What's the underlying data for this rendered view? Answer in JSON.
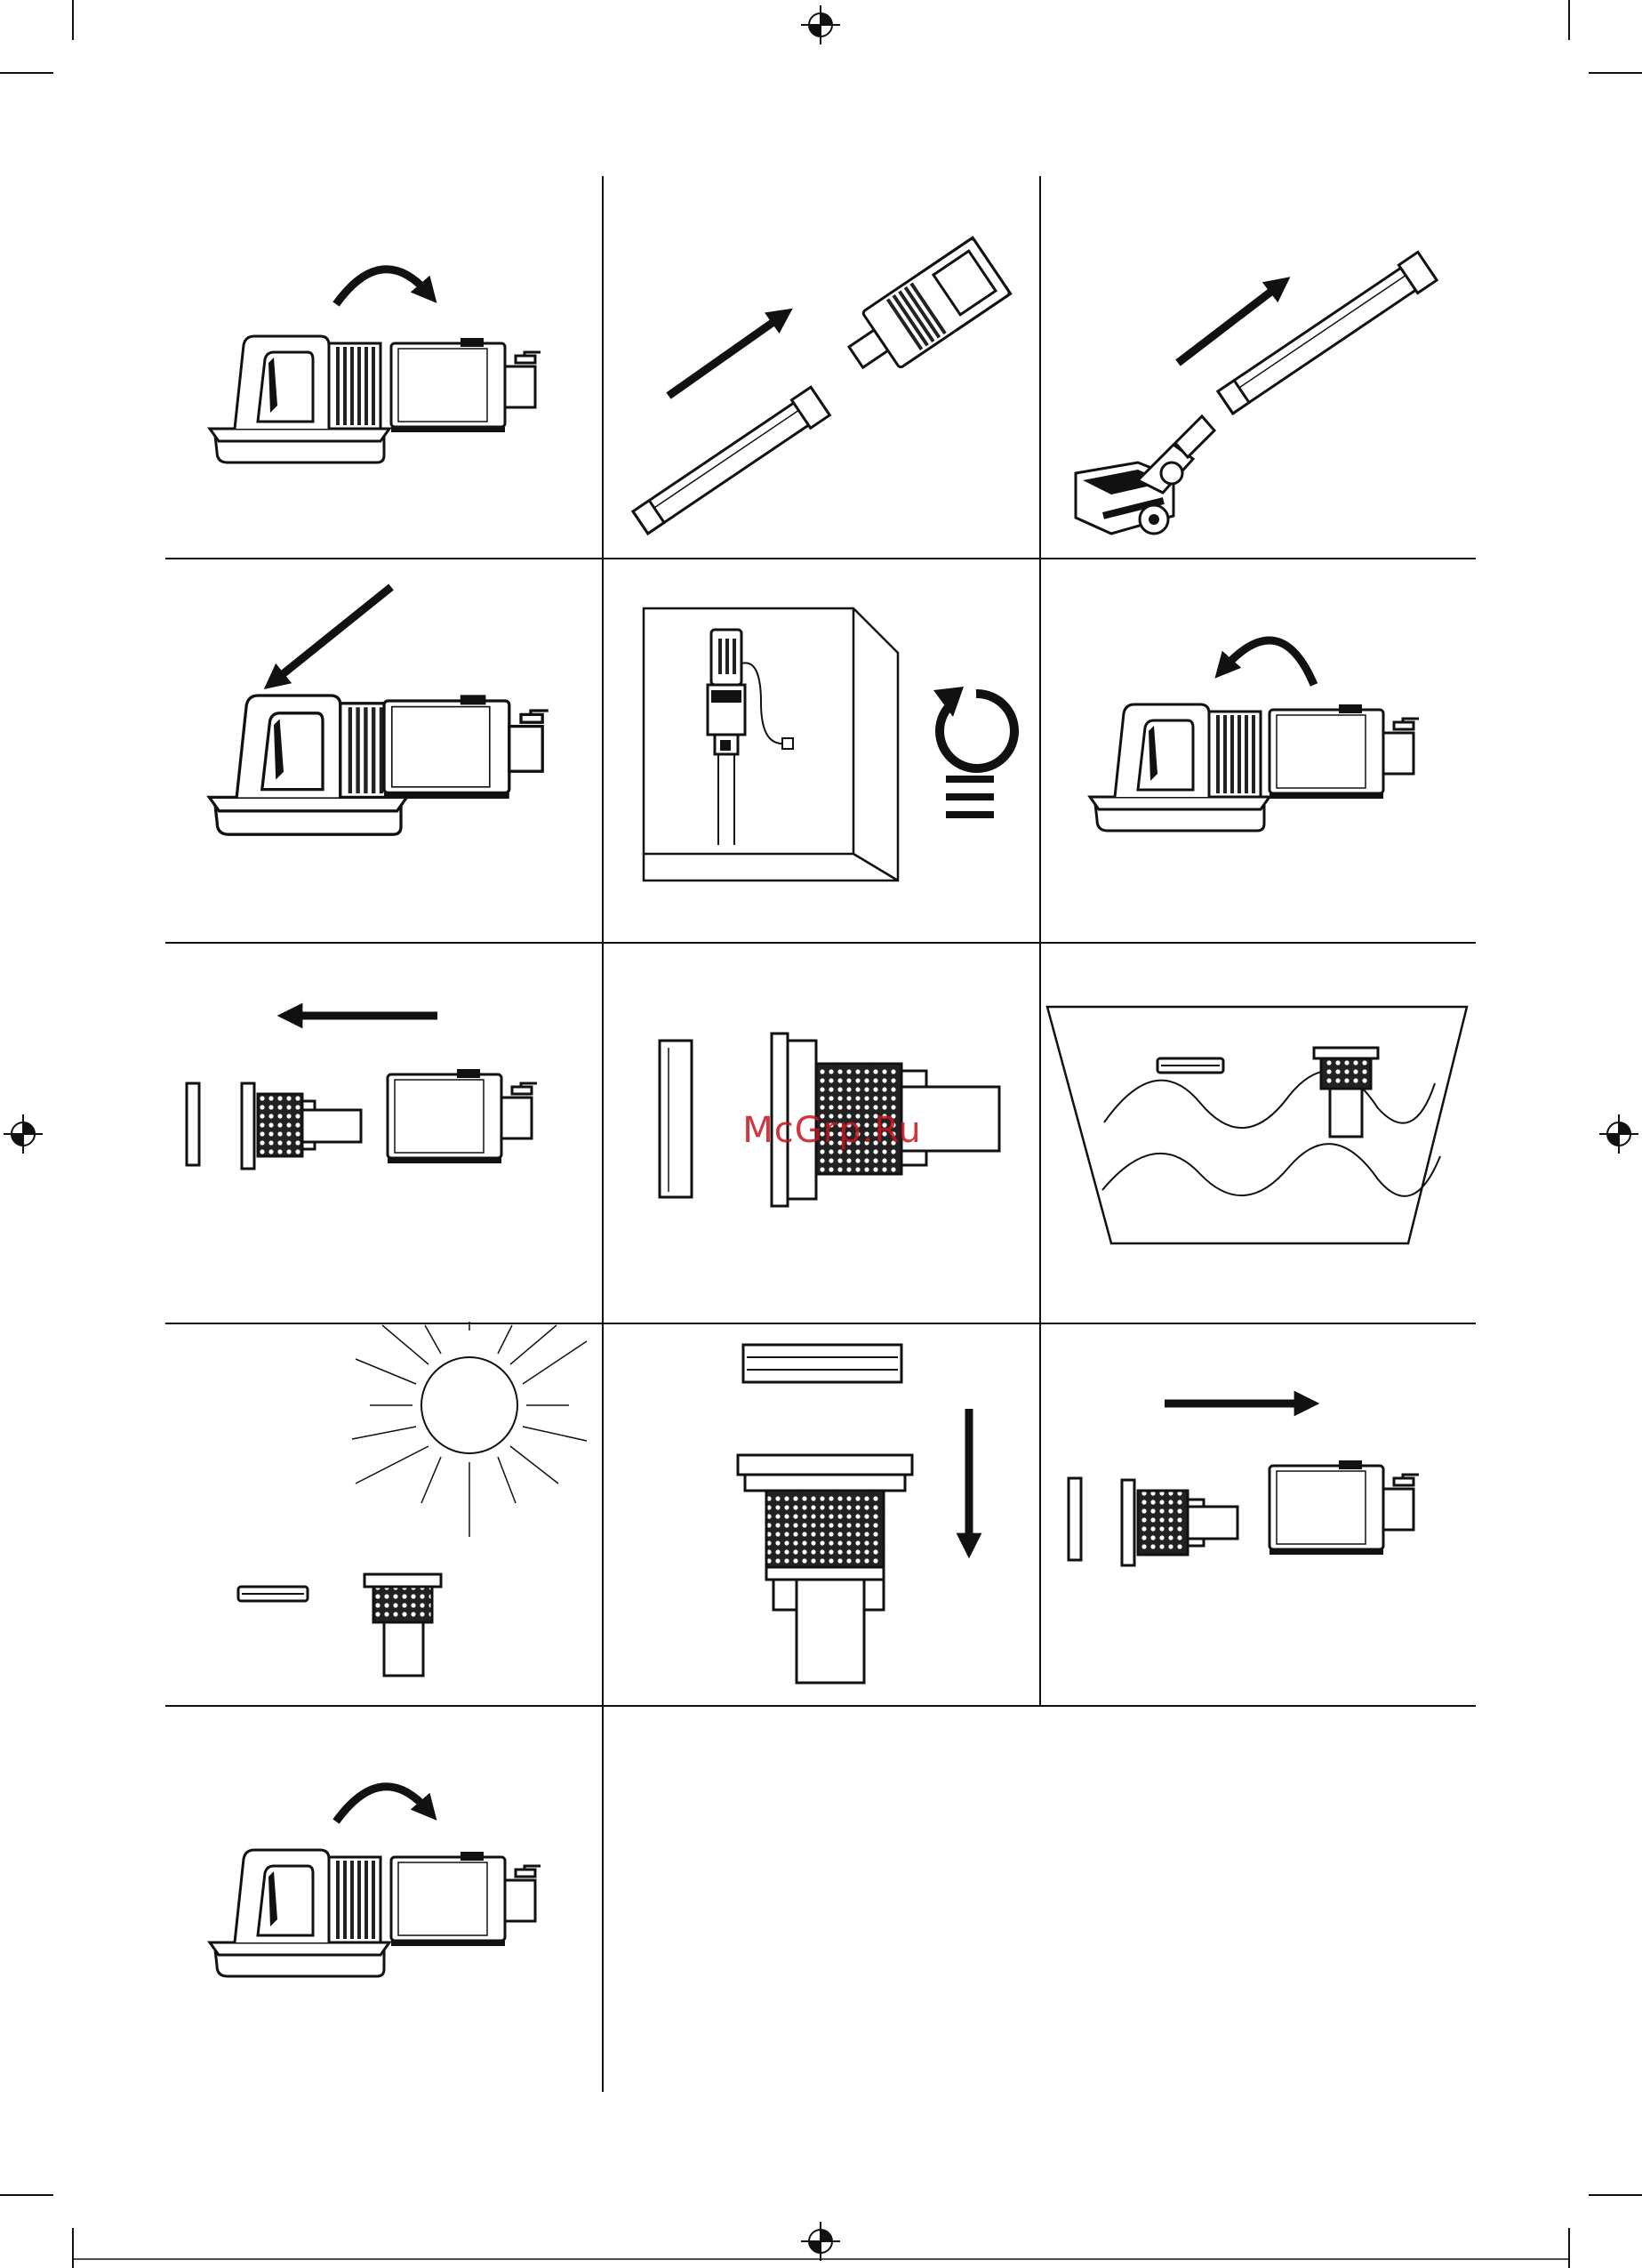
{
  "watermark": {
    "text": "McGrp.Ru",
    "color": "#c8141e"
  },
  "steps": [
    {
      "id": 1,
      "icon": "attach-dustbin-to-handle-icon"
    },
    {
      "id": 2,
      "icon": "insert-tube-into-body-icon"
    },
    {
      "id": 3,
      "icon": "attach-floor-brush-to-tube-icon"
    },
    {
      "id": 4,
      "icon": "handheld-vacuum-assembled-icon"
    },
    {
      "id": 5,
      "icon": "wall-mounted-charging-icon"
    },
    {
      "id": 6,
      "icon": "detach-dustbin-icon"
    },
    {
      "id": 7,
      "icon": "pull-out-filter-icon"
    },
    {
      "id": 8,
      "icon": "filter-parts-exploded-icon"
    },
    {
      "id": 9,
      "icon": "rinse-filter-in-water-icon"
    },
    {
      "id": 10,
      "icon": "dry-filter-in-sun-icon"
    },
    {
      "id": 11,
      "icon": "reassemble-filter-icon"
    },
    {
      "id": 12,
      "icon": "insert-filter-into-dustbin-icon"
    },
    {
      "id": 13,
      "icon": "reattach-dustbin-icon"
    }
  ],
  "colors": {
    "line": "#1a1a1a",
    "background": "#ffffff"
  }
}
